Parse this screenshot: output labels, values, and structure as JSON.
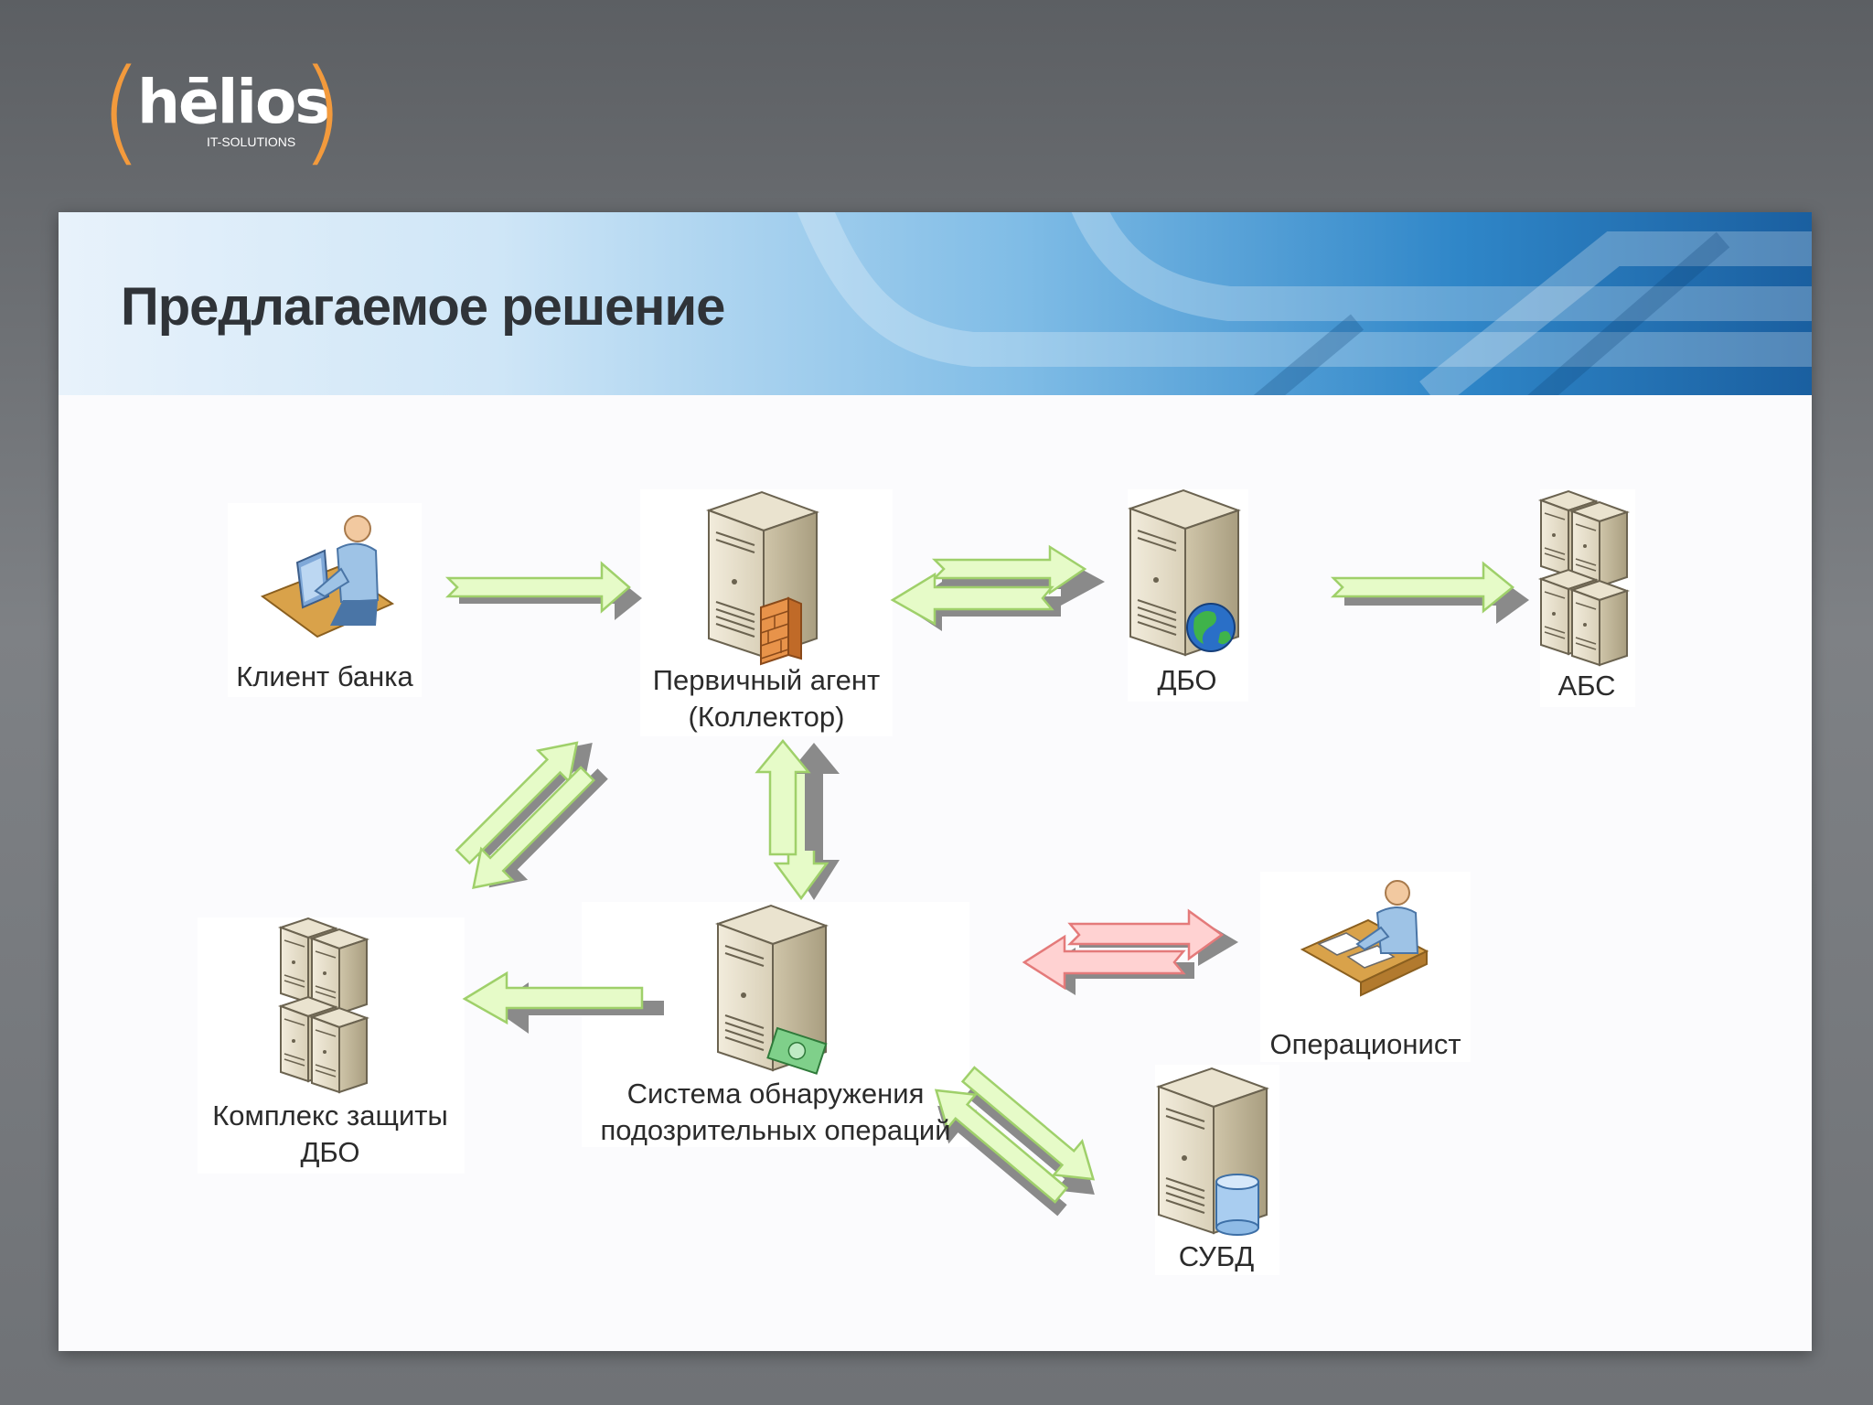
{
  "logo": {
    "word": "hēlios",
    "sub": "IT-SOLUTIONS"
  },
  "slide": {
    "title": "Предлагаемое решение"
  },
  "nodes": {
    "client": {
      "label": "Клиент банка",
      "icon": "user-at-computer-icon"
    },
    "collector": {
      "label_line1": "Первичный агент",
      "label_line2": "(Коллектор)",
      "icon": "server-firewall-icon"
    },
    "dbo": {
      "label": "ДБО",
      "icon": "web-server-icon"
    },
    "abs": {
      "label": "АБС",
      "icon": "server-cluster-icon"
    },
    "protection": {
      "label_line1": "Комплекс защиты",
      "label_line2": "ДБО",
      "icon": "server-cluster-icon"
    },
    "detection": {
      "label_line1": "Система обнаружения",
      "label_line2": "подозрительных операций",
      "icon": "server-money-icon"
    },
    "operator": {
      "label": "Операционист",
      "icon": "user-at-desk-icon"
    },
    "dbms": {
      "label": "СУБД",
      "icon": "database-server-icon"
    }
  },
  "colors": {
    "arrow_green": "#e6fbc8",
    "arrow_green_stroke": "#9fd06a",
    "arrow_red": "#ffd2d2",
    "arrow_red_stroke": "#e47a7a",
    "arrow_shadow": "#8a8a8a",
    "logo_orange": "#f39a3c"
  }
}
